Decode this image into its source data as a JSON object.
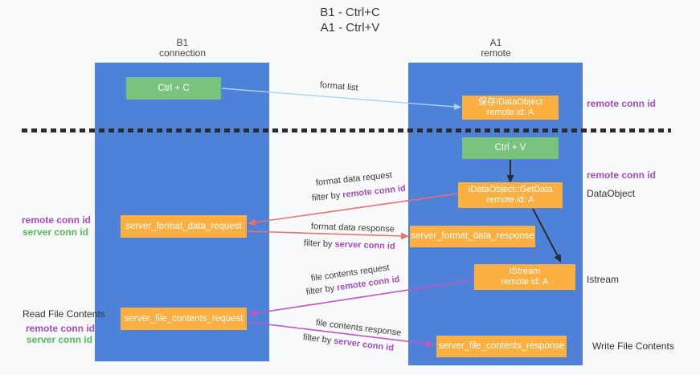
{
  "title": {
    "line1": "B1 - Ctrl+C",
    "line2": "A1 - Ctrl+V"
  },
  "lanes": {
    "b1": {
      "name": "B1",
      "role": "connection"
    },
    "a1": {
      "name": "A1",
      "role": "remote"
    }
  },
  "boxes": {
    "ctrl_c": {
      "label": "Ctrl + C"
    },
    "ctrl_v": {
      "label": "Ctrl + V"
    },
    "save_dataobject": {
      "line1": "保存IDataObject",
      "line2": "remote id: A"
    },
    "getdata": {
      "line1": "IDataObject::GetData",
      "line2": "remote id: A"
    },
    "istream": {
      "line1": "IStream",
      "line2": "remote id: A"
    },
    "server_format_data_request": {
      "label": "server_format_data_request"
    },
    "server_format_data_response": {
      "label": "server_format_data_response"
    },
    "server_file_contents_request": {
      "label": "server_file_contents_request"
    },
    "server_file_contents_response": {
      "label": "server_file_contents_response"
    }
  },
  "arrows": {
    "format_list": {
      "label": "format list"
    },
    "format_data_request": {
      "label": "format data request",
      "filter_prefix": "filter by ",
      "filter_key": "remote conn id"
    },
    "format_data_response": {
      "label": "format data response",
      "filter_prefix": "filter by ",
      "filter_key": "server conn id"
    },
    "file_contents_request": {
      "label": "file contents request",
      "filter_prefix": "filter by ",
      "filter_key": "remote conn id"
    },
    "file_contents_response": {
      "label": "file contents response",
      "filter_prefix": "filter by ",
      "filter_key": "server conn id"
    }
  },
  "annotations": {
    "right_remote_conn_top": "remote conn id",
    "right_remote_conn_mid": "remote conn id",
    "right_dataobject": "DataObject",
    "right_istream": "Istream",
    "right_write_file": "Write File Contents",
    "left_remote_conn_mid": "remote conn id",
    "left_server_conn_mid": "server conn id",
    "left_read_file": "Read File Contents",
    "left_remote_conn_bottom": "remote conn id",
    "left_server_conn_bottom": "server conn id"
  },
  "colors": {
    "lane_blue": "#4d82d8",
    "action_green": "#78c37d",
    "message_orange": "#fbaf40",
    "arrow_lightblue": "#a8d3ef",
    "arrow_red": "#e8736c",
    "arrow_magenta": "#c553c3",
    "arrow_black": "#2b2b2b",
    "text_purple": "#a64bc3",
    "text_green": "#57b75b"
  }
}
